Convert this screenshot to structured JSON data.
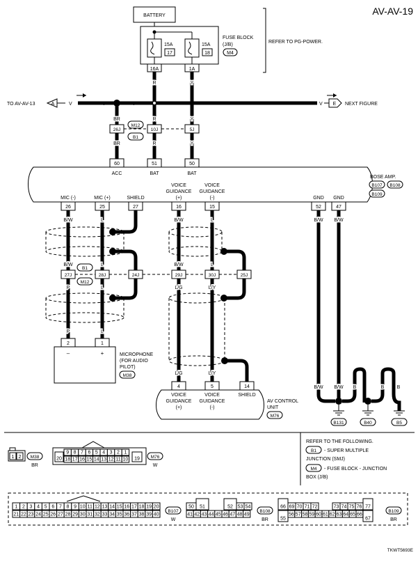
{
  "page_id": "AV-AV-19",
  "code": "TKWT5693E",
  "battery": "BATTERY",
  "fuse_block": {
    "title": "FUSE BLOCK",
    "sub": "(J/B)",
    "conn": "M4",
    "ref": "REFER TO PG-POWER.",
    "fuse1_amp": "15A",
    "fuse1_no": "17",
    "fuse2_amp": "15A",
    "fuse2_no": "18",
    "term1": "16A",
    "term2": "1A"
  },
  "wires": {
    "r": "R",
    "y": "Y",
    "v": "V",
    "br": "BR",
    "bw": "B/W",
    "l": "L",
    "p": "P",
    "lg": "L/G",
    "ly": "L/Y",
    "b": "B"
  },
  "offpage": {
    "left_text": "TO AV-AV-13",
    "left_letter": "A",
    "right_text": "NEXT FIGURE",
    "right_letter": "E"
  },
  "joints": {
    "j26": "26J",
    "j10": "10J",
    "j5": "5J",
    "m12": "M12",
    "b1": "B1",
    "j27": "27J",
    "j28": "28J",
    "j24": "24J",
    "j29": "29J",
    "j30": "30J",
    "j25": "25J"
  },
  "bose": {
    "title": "BOSE AMP.",
    "conn1": "B107",
    "conn2": "B108",
    "conn3": "B109",
    "pin_acc": "60",
    "pin_bat1": "51",
    "pin_bat2": "50",
    "lbl_acc": "ACC",
    "lbl_bat": "BAT",
    "pin_mic_m": "26",
    "pin_mic_p": "25",
    "pin_shield": "27",
    "pin_vg_p": "16",
    "pin_vg_m": "15",
    "pin_gnd1": "52",
    "pin_gnd2": "47",
    "lbl_mic_m": "MIC (-)",
    "lbl_mic_p": "MIC (+)",
    "lbl_shield": "SHIELD",
    "lbl_vg": "VOICE",
    "lbl_vg2": "GUIDANCE",
    "lbl_plus": "(+)",
    "lbl_minus": "(-)",
    "lbl_gnd": "GND"
  },
  "mic": {
    "title1": "MICROPHONE",
    "title2": "(FOR AUDIO",
    "title3": "PILOT)",
    "conn": "M38",
    "pin1": "2",
    "pin2": "1",
    "minus": "–",
    "plus": "+"
  },
  "av": {
    "title1": "AV CONTROL",
    "title2": "UNIT",
    "conn": "M76",
    "pin1": "4",
    "pin2": "5",
    "pin3": "14",
    "lbl1a": "VOICE",
    "lbl1b": "GUIDANCE",
    "lbl1c": "(+)",
    "lbl2a": "VOICE",
    "lbl2b": "GUIDANCE",
    "lbl2c": "(-)",
    "lbl3": "SHIELD"
  },
  "grounds": {
    "g1": "B131",
    "g2": "B40",
    "g3": "B5"
  },
  "legend": {
    "header": "REFER TO THE FOLLOWING.",
    "b1": "B1",
    "b1_desc1": "- SUPER MULTIPLE",
    "b1_desc2": "JUNCTION (SMJ)",
    "m4": "M4",
    "m4_desc1": "- FUSE BLOCK - JUNCTION",
    "m4_desc2": "BOX (J/B)"
  },
  "connectors": {
    "m38": "M38",
    "m38_color": "BR",
    "m38_pins": [
      "1",
      "2"
    ],
    "m76": "M76",
    "m76_color": "W",
    "m76_top": [
      "9",
      "8",
      "7",
      "6",
      "5",
      "4",
      "3",
      "2",
      "1"
    ],
    "m76_left": "20",
    "m76_right": "19",
    "m76_bottom": [
      "18",
      "17",
      "16",
      "15",
      "14",
      "13",
      "12",
      "11",
      "10"
    ],
    "b107": "B107",
    "b107_color": "W",
    "b107_top": [
      "1",
      "2",
      "3",
      "4",
      "5",
      "6",
      "7",
      "8",
      "9",
      "10",
      "11",
      "12",
      "13",
      "14",
      "15",
      "16",
      "17",
      "18",
      "19",
      "20"
    ],
    "b107_bottom": [
      "21",
      "22",
      "23",
      "24",
      "25",
      "26",
      "27",
      "28",
      "29",
      "30",
      "31",
      "32",
      "33",
      "34",
      "35",
      "36",
      "37",
      "38",
      "39",
      "40"
    ],
    "b108": "B108",
    "b108_color": "BR",
    "b108_top": [
      "50",
      "51",
      "52",
      "53",
      "54"
    ],
    "b108_bottom": [
      "41",
      "42",
      "43",
      "44",
      "45",
      "46",
      "47",
      "48",
      "49"
    ],
    "b109": "B109",
    "b109_color": "BR",
    "b109_top": [
      "66",
      "69",
      "70",
      "71",
      "72",
      "73",
      "74",
      "75",
      "76",
      "77"
    ],
    "b109_bottom": [
      "55",
      "56",
      "57",
      "58",
      "59",
      "60",
      "61",
      "62",
      "63",
      "64",
      "65",
      "66",
      "67"
    ]
  }
}
